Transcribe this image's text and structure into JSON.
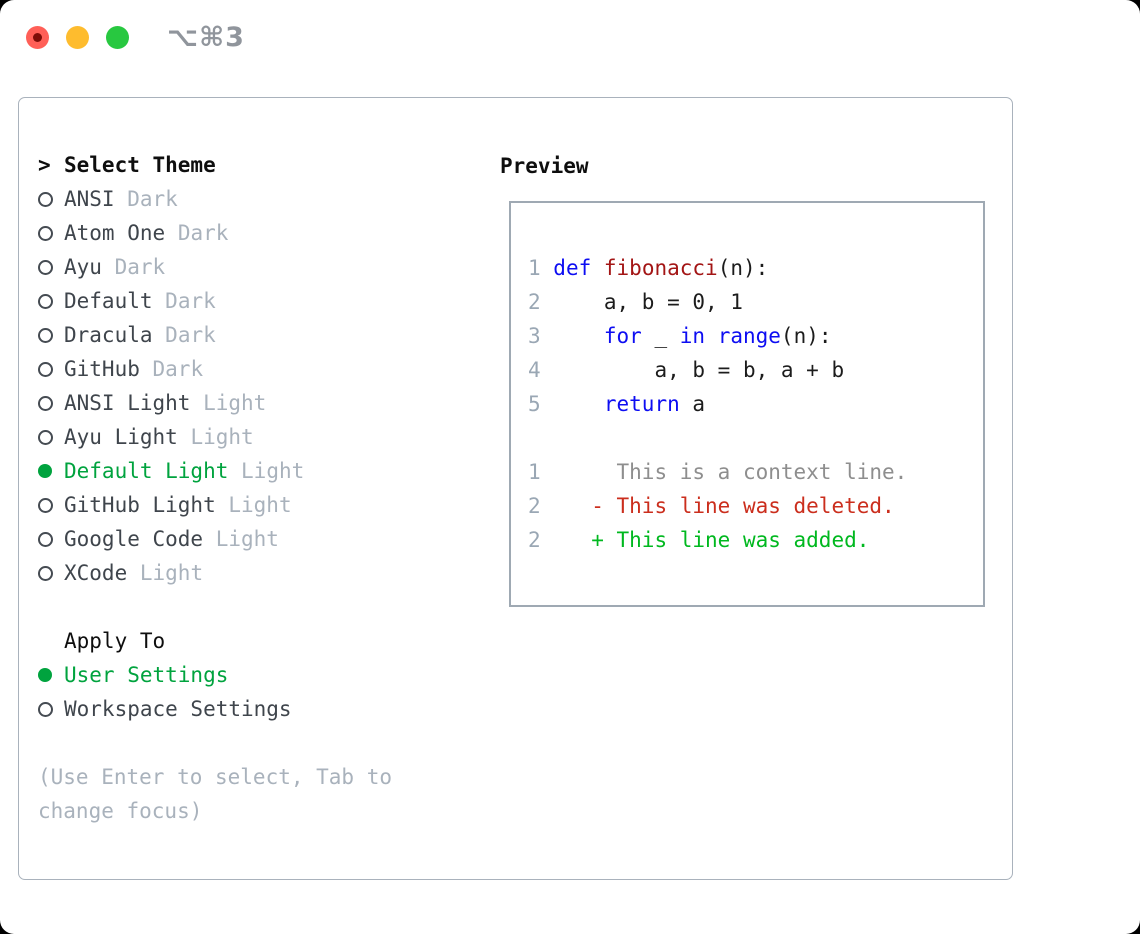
{
  "window": {
    "title": "⌥⌘3",
    "traffic_lights": [
      {
        "name": "close",
        "color": "#ff5f57",
        "dot": "#7d0d08"
      },
      {
        "name": "minimize",
        "color": "#febc2e"
      },
      {
        "name": "zoom",
        "color": "#28c840"
      }
    ]
  },
  "theme_picker": {
    "cursor": ">",
    "header": "Select Theme",
    "items": [
      {
        "name": "ANSI",
        "variant": "Dark",
        "selected": false
      },
      {
        "name": "Atom One",
        "variant": "Dark",
        "selected": false
      },
      {
        "name": "Ayu",
        "variant": "Dark",
        "selected": false
      },
      {
        "name": "Default",
        "variant": "Dark",
        "selected": false
      },
      {
        "name": "Dracula",
        "variant": "Dark",
        "selected": false
      },
      {
        "name": "GitHub",
        "variant": "Dark",
        "selected": false
      },
      {
        "name": "ANSI Light",
        "variant": "Light",
        "selected": false
      },
      {
        "name": "Ayu Light",
        "variant": "Light",
        "selected": false
      },
      {
        "name": "Default Light",
        "variant": "Light",
        "selected": true
      },
      {
        "name": "GitHub Light",
        "variant": "Light",
        "selected": false
      },
      {
        "name": "Google Code",
        "variant": "Light",
        "selected": false
      },
      {
        "name": "XCode",
        "variant": "Light",
        "selected": false
      }
    ],
    "apply_to": {
      "header": "Apply To",
      "options": [
        {
          "label": "User Settings",
          "selected": true
        },
        {
          "label": "Workspace Settings",
          "selected": false
        }
      ]
    },
    "help_lines": [
      "(Use Enter to select, Tab to",
      "change focus)"
    ]
  },
  "preview": {
    "header": "Preview",
    "lines": [
      {
        "segs": [
          [
            "num",
            "1 "
          ],
          [
            "kw",
            "def"
          ],
          [
            "pl",
            " "
          ],
          [
            "fn",
            "fibonacci"
          ],
          [
            "pl",
            "(n):"
          ]
        ]
      },
      {
        "segs": [
          [
            "num",
            "2 "
          ],
          [
            "pl",
            "    a, b = 0, 1"
          ]
        ]
      },
      {
        "segs": [
          [
            "num",
            "3 "
          ],
          [
            "pl",
            "    "
          ],
          [
            "kw",
            "for"
          ],
          [
            "pl",
            " _ "
          ],
          [
            "kw",
            "in"
          ],
          [
            "pl",
            " "
          ],
          [
            "kw",
            "range"
          ],
          [
            "pl",
            "(n):"
          ]
        ]
      },
      {
        "segs": [
          [
            "num",
            "4 "
          ],
          [
            "pl",
            "        a, b = b, a + b"
          ]
        ]
      },
      {
        "segs": [
          [
            "num",
            "5 "
          ],
          [
            "pl",
            "    "
          ],
          [
            "kw",
            "return"
          ],
          [
            "pl",
            " a"
          ]
        ]
      },
      {
        "segs": []
      },
      {
        "segs": [
          [
            "num",
            "1 "
          ],
          [
            "ctx",
            "     This is a context line."
          ]
        ]
      },
      {
        "segs": [
          [
            "num",
            "2 "
          ],
          [
            "del",
            "   - This line was deleted."
          ]
        ]
      },
      {
        "segs": [
          [
            "num",
            "2 "
          ],
          [
            "add",
            "   + This line was added."
          ]
        ]
      }
    ]
  },
  "colors": {
    "selected_green": "#00a33e",
    "added_green": "#00b81f",
    "deleted_red": "#cb2e1d",
    "keyword_blue": "#0d0df2",
    "function_red": "#a31515",
    "context_gray": "#8e8e8e",
    "line_number": "#9aa7b4",
    "muted_gray": "#a9b2bc",
    "text_dark": "#3f454c",
    "panel_border": "#a9b2bc",
    "preview_border": "#9fa9b3"
  }
}
